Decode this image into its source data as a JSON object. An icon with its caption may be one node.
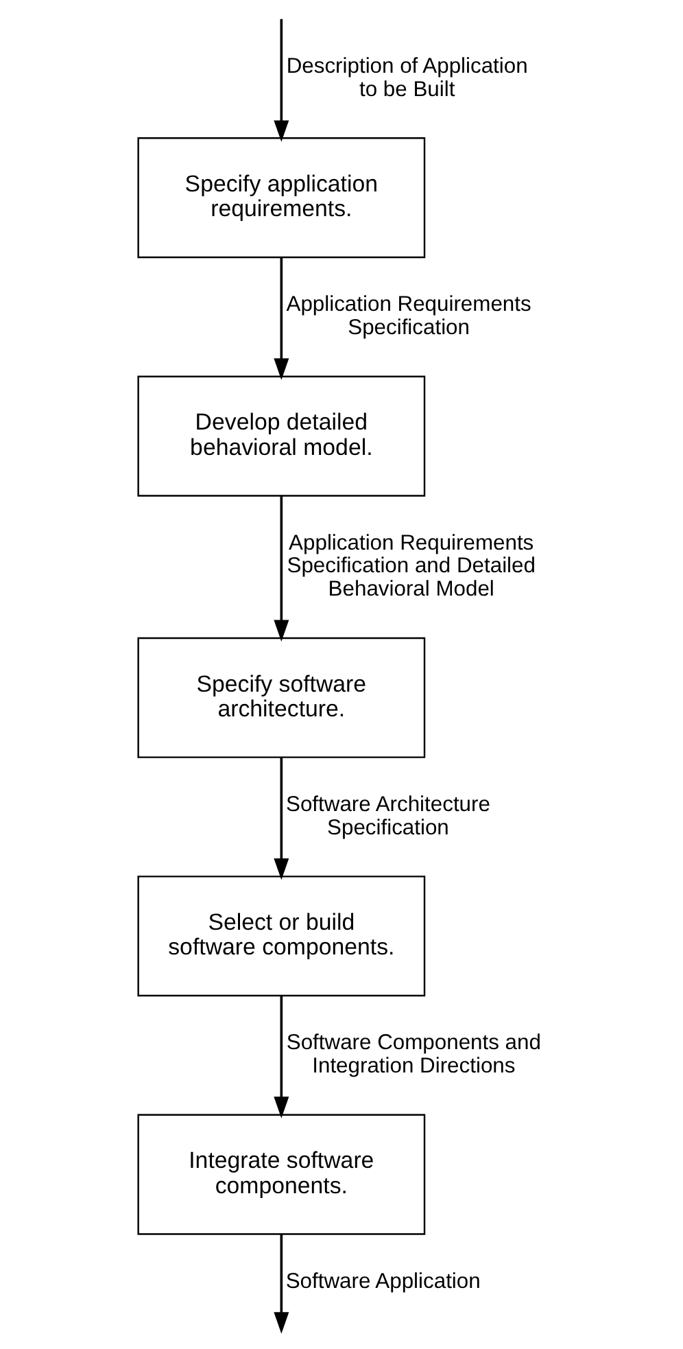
{
  "diagram": {
    "nodes": [
      {
        "text": [
          "Specify application requirements."
        ]
      },
      {
        "text": [
          "Develop detailed behavioral model."
        ]
      },
      {
        "text": [
          "Specify software architecture."
        ]
      },
      {
        "text": [
          "Select or build software components."
        ]
      },
      {
        "text": [
          "Integrate software components."
        ]
      }
    ],
    "edges": [
      {
        "from": null,
        "to": 0,
        "arrow": "to",
        "label": "Description of Application to be Built"
      },
      {
        "from": 0,
        "to": 1,
        "arrow": "to",
        "label": "Application Requirements Specification"
      },
      {
        "from": 1,
        "to": 2,
        "arrow": "to",
        "label": "Application Requirements Specification and Detailed Behavioral Model"
      },
      {
        "from": 2,
        "to": 3,
        "arrow": "to",
        "label": "Software Architecture Specification"
      },
      {
        "from": 3,
        "to": 4,
        "arrow": "to",
        "label": "Software Components and Integration Directions"
      },
      {
        "from": 4,
        "to": null,
        "arrow": "to",
        "label": "Software Application"
      }
    ]
  }
}
